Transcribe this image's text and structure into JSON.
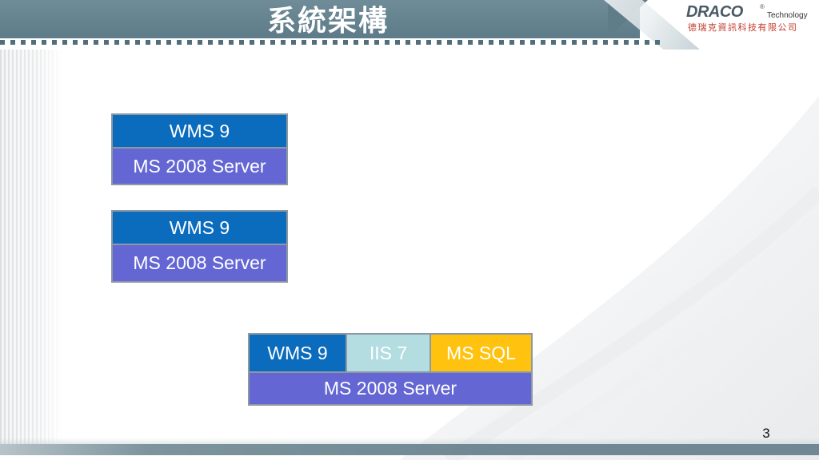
{
  "header": {
    "title": "系統架構"
  },
  "logo": {
    "brand": "DRACO",
    "registered": "®",
    "tagline": "Technology",
    "company_cn": "德瑞克資訊科技有限公司"
  },
  "diagram": {
    "stack_1": {
      "app": "WMS 9",
      "os": "MS 2008 Server"
    },
    "stack_2": {
      "app": "WMS 9",
      "os": "MS 2008 Server"
    },
    "stack_3": {
      "app": "WMS 9",
      "web": "IIS 7",
      "db": "MS SQL",
      "os": "MS 2008 Server"
    }
  },
  "footer": {
    "page_number": "3"
  },
  "colors": {
    "app_blue": "#0b6cbe",
    "os_purple": "#6467d3",
    "web_teal": "#b4dde2",
    "db_yellow": "#ffc20e",
    "header_slate": "#5d7b88"
  }
}
